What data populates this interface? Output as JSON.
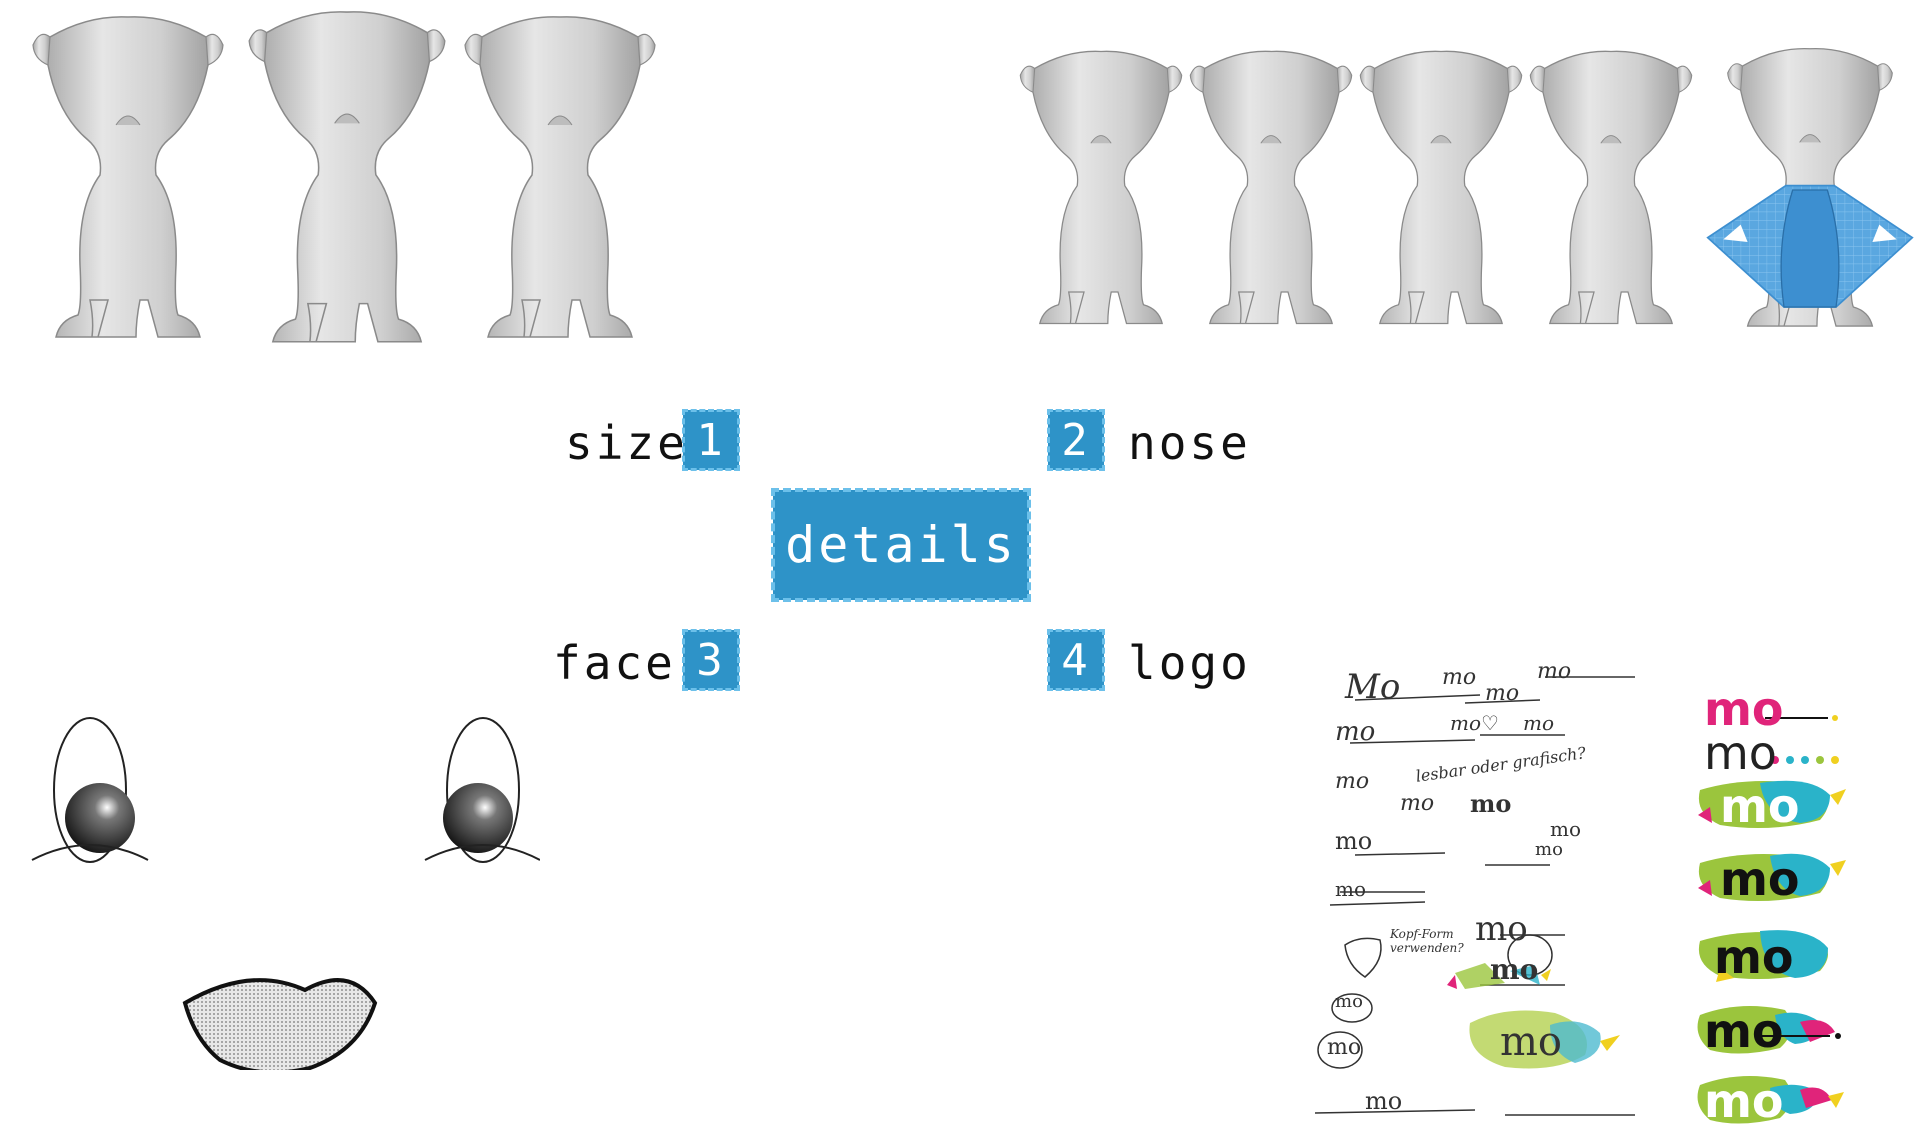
{
  "labels": {
    "size": "size",
    "nose": "nose",
    "face": "face",
    "logo": "logo",
    "details": "details",
    "n1": "1",
    "n2": "2",
    "n3": "3",
    "n4": "4"
  },
  "sketches": {
    "s1": "Mo",
    "s2": "mo",
    "s3": "mo",
    "s4": "mo",
    "s5": "mo",
    "s6": "mo♡",
    "s7": "mo",
    "s8": "lesbar oder grafisch?",
    "s9": "mo",
    "s10": "mo",
    "s11": "mo",
    "s12": "mo",
    "s13": "mo",
    "s14": "mo",
    "s15": "Kopf-Form verwenden?",
    "s16": "mo",
    "s17": "mo",
    "s18": "mo",
    "s19": "mo",
    "s20": "mo",
    "s21": "mo",
    "s22": "mo"
  },
  "logos": [
    "mo",
    "mo",
    "mo",
    "mo",
    "mo",
    "mo",
    "mo"
  ],
  "colors": {
    "accent": "#2e93c8",
    "accent_light": "#6cc0ea",
    "figure_gray": "#c9c9c9",
    "figure_blue": "#3d8fd0",
    "logo_green": "#9bc53d",
    "logo_teal": "#2ab3c9",
    "logo_magenta": "#e0247a",
    "logo_yellow": "#f5d800"
  }
}
